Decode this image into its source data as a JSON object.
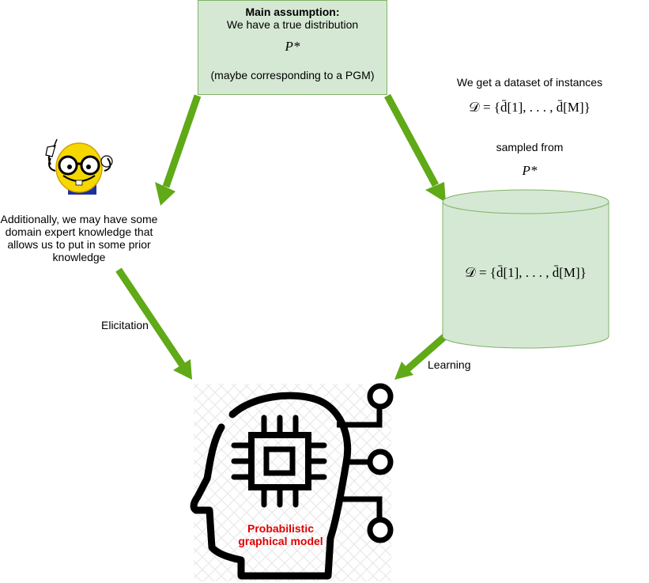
{
  "assumption_box": {
    "title": "Main assumption:",
    "line1": "We have a true distribution",
    "math": "P*",
    "line2": "(maybe corresponding to a PGM)"
  },
  "dataset_note": {
    "line1": "We get a dataset of instances",
    "math1": "𝒟 = {d̄[1], . . . , d̄[M]}",
    "line2": "sampled from",
    "math2": "P*"
  },
  "cylinder": {
    "math": "𝒟 = {d̄[1], . . . , d̄[M]}"
  },
  "expert_note": {
    "text": "Additionally, we may have some domain expert knowledge that allows us to put in some prior knowledge"
  },
  "edge_labels": {
    "elicitation": "Elicitation",
    "learning": "Learning"
  },
  "model_label": {
    "line1": "Probabilistic",
    "line2": "graphical model"
  },
  "colors": {
    "box_fill": "#d5e8d4",
    "box_stroke": "#82b366",
    "arrow": "#60a917",
    "model_text": "#e00000"
  },
  "icons": {
    "expert": "nerd-smiley-icon",
    "model": "ai-head-chip-icon"
  }
}
